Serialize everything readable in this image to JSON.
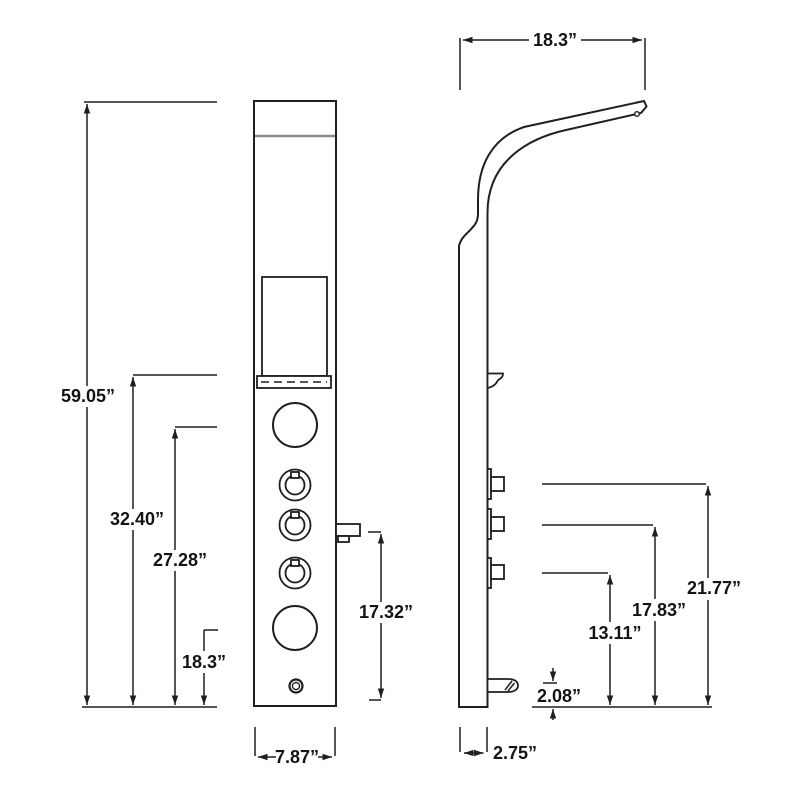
{
  "drawing": {
    "subject": "shower panel dimensional drawing",
    "views": [
      "front elevation",
      "side elevation"
    ],
    "unit": "inches",
    "colors": {
      "line": "#1f1f1f",
      "secondary_line": "#8a8a8a",
      "background": "#ffffff",
      "text": "#141414"
    },
    "front_view": {
      "overall_height": "59.05”",
      "shelf_height": "32.40”",
      "top_jet_height": "27.28”",
      "lower_jet_height": "18.3”",
      "diverter_height": "17.32”",
      "panel_width": "7.87”"
    },
    "side_view": {
      "arm_reach": "18.3”",
      "top_knob_height": "21.77”",
      "middle_knob_height": "17.83”",
      "bottom_knob_height": "13.11”",
      "spout_height": "2.08”",
      "panel_depth": "2.75”"
    }
  }
}
